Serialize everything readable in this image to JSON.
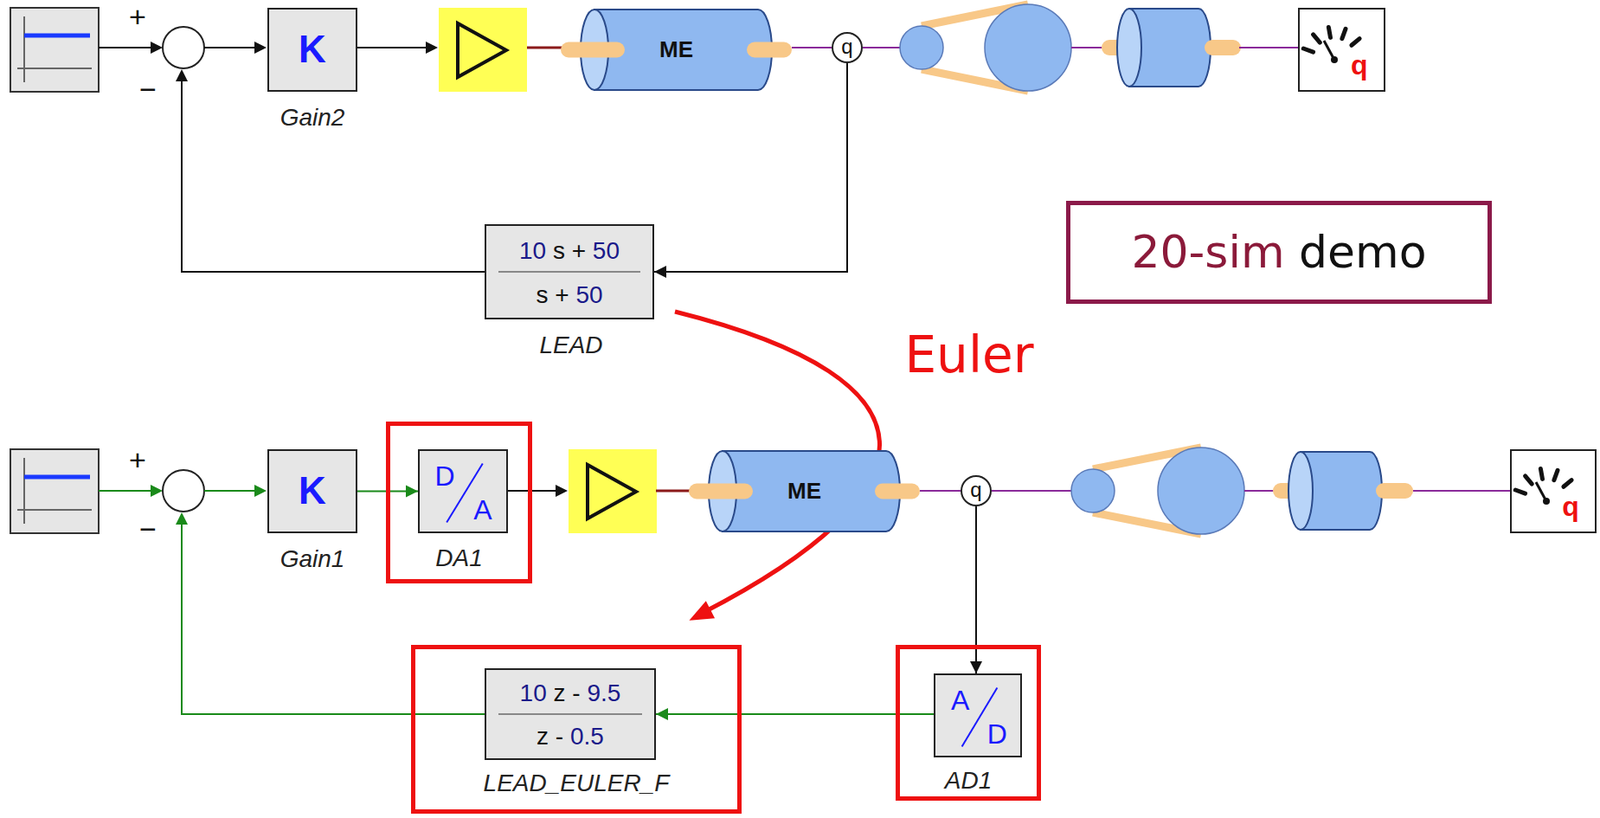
{
  "diagram": {
    "nodes": [
      {
        "text": [
          "K",
          "Gain2"
        ]
      },
      {
        "text": [
          "ME"
        ]
      },
      {
        "text": [
          "q"
        ]
      },
      {
        "text": [
          "q"
        ]
      },
      {
        "text": [
          "10 s + 50",
          "s + 50",
          "LEAD"
        ]
      },
      {
        "text": [
          "20-sim demo"
        ]
      },
      {
        "text": [
          "K",
          "Gain1"
        ]
      },
      {
        "text": [
          "DA1"
        ]
      },
      {
        "text": [
          "D",
          "A"
        ],
        "in": 7
      },
      {
        "text": [
          "ME"
        ]
      },
      {
        "text": [
          "q"
        ]
      },
      {
        "text": [
          "q"
        ]
      },
      {
        "text": [
          "LEAD_EULER_F"
        ]
      },
      {
        "text": [
          "10 z - 9.5",
          "z - 0.5"
        ],
        "in": 12
      },
      {
        "text": [
          "AD1"
        ]
      },
      {
        "text": [
          "A",
          "D"
        ],
        "in": 14
      }
    ],
    "edges": [
      {
        "from": 1,
        "to": 2,
        "arrow": "none"
      },
      {
        "from": 2,
        "to": 4,
        "arrow": "to"
      },
      {
        "from": 9,
        "to": 10,
        "arrow": "none"
      },
      {
        "from": 6,
        "to": 8,
        "arrow": "to"
      },
      {
        "from": 10,
        "to": 15,
        "arrow": "to"
      },
      {
        "from": 15,
        "to": 13,
        "arrow": "to"
      }
    ],
    "labels": [
      "+",
      "−",
      "Euler",
      "+",
      "−"
    ]
  }
}
